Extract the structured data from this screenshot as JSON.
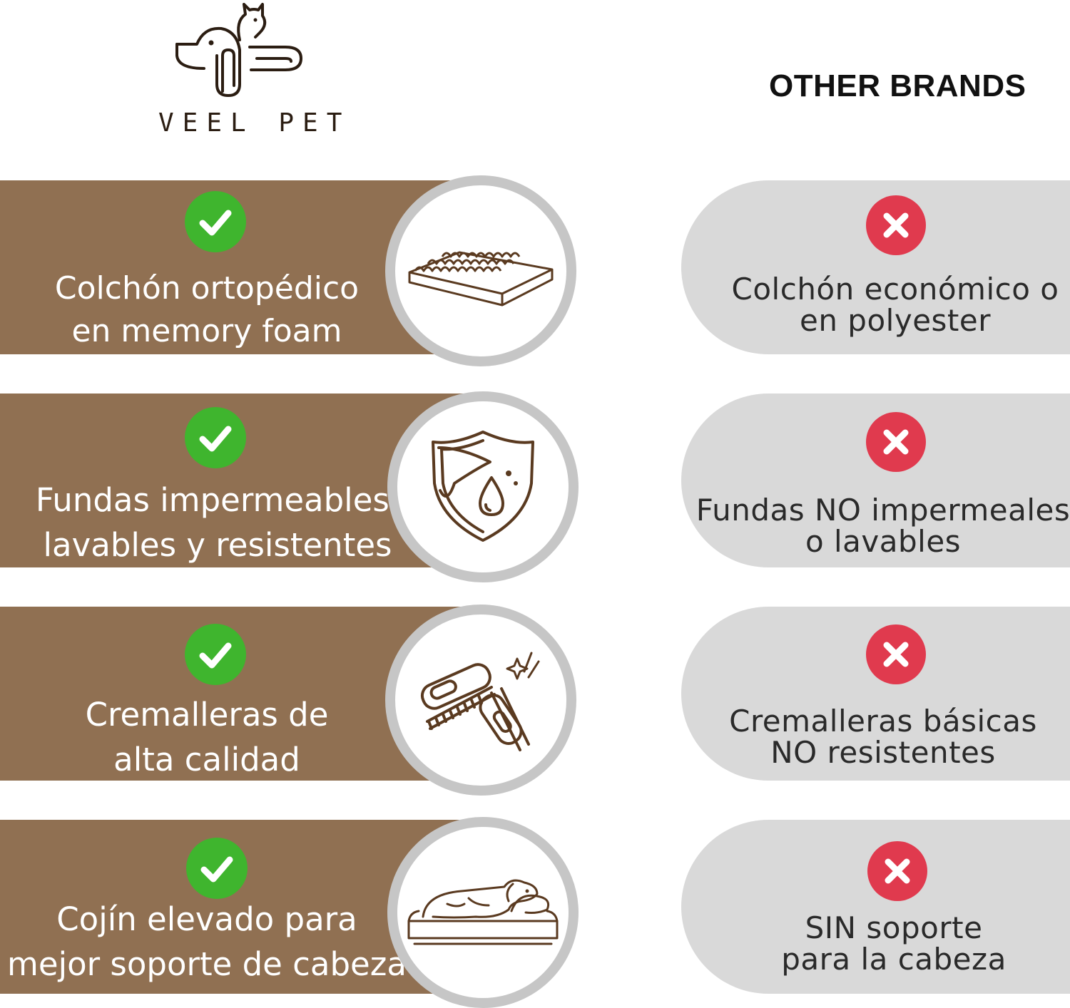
{
  "header": {
    "brand_name": "VEEL PET",
    "competitor_heading": "OTHER BRANDS"
  },
  "colors": {
    "band": "#907052",
    "check": "#3fb52e",
    "cross": "#e03a4e",
    "pill": "#d9d9d9",
    "ring": "#c6c6c6"
  },
  "rows": [
    {
      "veel_line1": "Colchón ortopédico",
      "veel_line2": "en memory foam",
      "icon": "mattress-foam-icon",
      "other_line1": "Colchón económico o",
      "other_line2": "en polyester"
    },
    {
      "veel_line1": "Fundas impermeables,",
      "veel_line2": "lavables y resistentes",
      "icon": "waterproof-shield-icon",
      "other_line1": "Fundas NO impermeales",
      "other_line2": "o lavables"
    },
    {
      "veel_line1": "Cremalleras de",
      "veel_line2": "alta calidad",
      "icon": "zipper-icon",
      "other_line1": "Cremalleras básicas",
      "other_line2": "NO resistentes"
    },
    {
      "veel_line1": "Cojín elevado para",
      "veel_line2": "mejor soporte de cabeza",
      "icon": "dog-on-bed-icon",
      "other_line1": "SIN soporte",
      "other_line2": "para la cabeza"
    }
  ]
}
